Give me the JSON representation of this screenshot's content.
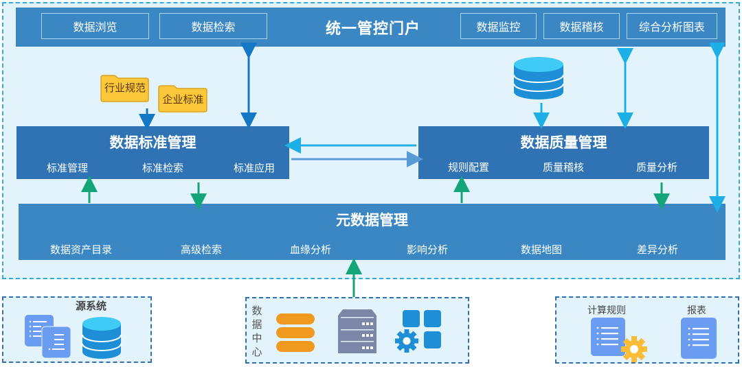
{
  "portal": {
    "title": "统一管控门户",
    "buttons": [
      "数据浏览",
      "数据检索",
      "数据监控",
      "数据稽核",
      "综合分析图表"
    ]
  },
  "standards": {
    "tags": [
      "行业规范",
      "企业标准"
    ],
    "title": "数据标准管理",
    "items": [
      "标准管理",
      "标准检索",
      "标准应用"
    ]
  },
  "quality": {
    "title": "数据质量管理",
    "items": [
      "规则配置",
      "质量稽核",
      "质量分析"
    ]
  },
  "metadata": {
    "title": "元数据管理",
    "items": [
      "数据资产目录",
      "高级检索",
      "血缘分析",
      "影响分析",
      "数据地图",
      "差异分析"
    ]
  },
  "source": {
    "title": "源系统",
    "icons": [
      "documents-icon",
      "database-icon"
    ]
  },
  "datacenter": {
    "title_chars": [
      "数",
      "据",
      "中",
      "心"
    ],
    "icons": [
      "database-icon",
      "server-icon",
      "apps-gear-icon"
    ]
  },
  "rules": {
    "items": [
      "计算规则",
      "报表"
    ]
  },
  "colors": {
    "panel_bg": "#e3f3fc",
    "portal_blue": "#3a87c4",
    "module_blue": "#2f73b5",
    "arrow_cyan": "#1cb0e6",
    "arrow_green": "#13a477",
    "folder_yellow": "#fcc73a",
    "db_orange": "#ef9a1e",
    "gear_yellow": "#fbbd36",
    "doc_blue": "#6a9cf2"
  }
}
